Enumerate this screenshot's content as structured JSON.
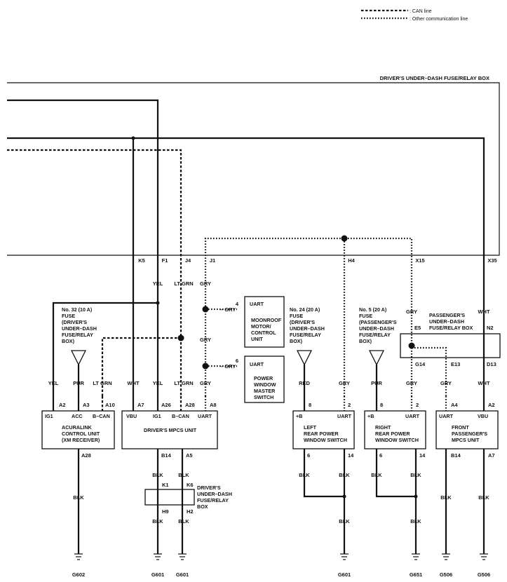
{
  "legend": {
    "can_line": ": CAN line",
    "other_line": ": Other communication line"
  },
  "fuse_box_title": "DRIVER'S UNDER–DASH FUSE/RELAY BOX",
  "fuse_box_pins": {
    "k5": "K5",
    "f1": "F1",
    "j4": "J4",
    "j1": "J1",
    "h4": "H4",
    "x15": "X15",
    "x35": "X35"
  },
  "wire_colors": {
    "yel": "YEL",
    "lt_grn": "LT GRN",
    "gry": "GRY",
    "wht": "WHT",
    "pur": "PUR",
    "red": "RED",
    "blk": "BLK"
  },
  "fuses": {
    "no32": [
      "No. 32 (10 A)",
      "FUSE",
      "(DRIVER'S",
      "UNDER–DASH",
      "FUSE/RELAY",
      "BOX)"
    ],
    "no24": [
      "No. 24 (20 A)",
      "FUSE",
      "(DRIVER'S",
      "UNDER–DASH",
      "FUSE/RELAY",
      "BOX)"
    ],
    "no5": [
      "No. 5 (20 A)",
      "FUSE",
      "(PASSENGER'S",
      "UNDER–DASH",
      "FUSE/RELAY",
      "BOX)"
    ]
  },
  "moonroof": {
    "pin": "4",
    "gry": "– GRY",
    "title": "UART",
    "lines": [
      "MOONROOF",
      "MOTOR/",
      "CONTROL",
      "UNIT"
    ]
  },
  "power_window_master": {
    "pin": "6",
    "gry": "– GRY",
    "title": "UART",
    "lines": [
      "POWER",
      "WINDOW",
      "MASTER",
      "SWITCH"
    ]
  },
  "passenger_box": {
    "lines": [
      "PASSENGER'S",
      "UNDER–DASH",
      "FUSE/RELAY BOX"
    ],
    "e5": "E5",
    "n2": "N2",
    "g14": "G14",
    "e13": "E13",
    "d13": "D13"
  },
  "acuralink": {
    "pins": [
      "A2",
      "A3",
      "A10",
      "A28"
    ],
    "terms": [
      "IG1",
      "ACC",
      "B–CAN"
    ],
    "lines": [
      "ACURALINK",
      "CONTROL UNIT",
      "(XM RECEIVER)"
    ]
  },
  "driver_mpcs": {
    "pins": [
      "A7",
      "A26",
      "A28",
      "A8",
      "B14",
      "A5"
    ],
    "terms": [
      "VBU",
      "IG1",
      "B–CAN",
      "UART"
    ],
    "title": "DRIVER'S MPCS UNIT"
  },
  "left_rear": {
    "pins": [
      "8",
      "2",
      "6",
      "14"
    ],
    "terms": [
      "+B",
      "UART"
    ],
    "lines": [
      "LEFT",
      "REAR POWER",
      "WINDOW SWITCH"
    ]
  },
  "right_rear": {
    "pins": [
      "8",
      "2",
      "6",
      "14"
    ],
    "terms": [
      "+B",
      "UART"
    ],
    "lines": [
      "RIGHT",
      "REAR POWER",
      "WINDOW SWITCH"
    ]
  },
  "front_passenger": {
    "pins": [
      "A4",
      "A2",
      "B14",
      "A7"
    ],
    "terms": [
      "UART",
      "VBU"
    ],
    "lines": [
      "FRONT",
      "PASSENGER'S",
      "MPCS UNIT"
    ]
  },
  "ground_box": {
    "lines": [
      "DRIVER'S",
      "UNDER–DASH",
      "FUSE/RELAY",
      "BOX"
    ],
    "pins": [
      "K1",
      "K6",
      "H9",
      "H2"
    ]
  },
  "grounds": [
    "G602",
    "G601",
    "G601",
    "G601",
    "G651",
    "G506",
    "G506"
  ]
}
